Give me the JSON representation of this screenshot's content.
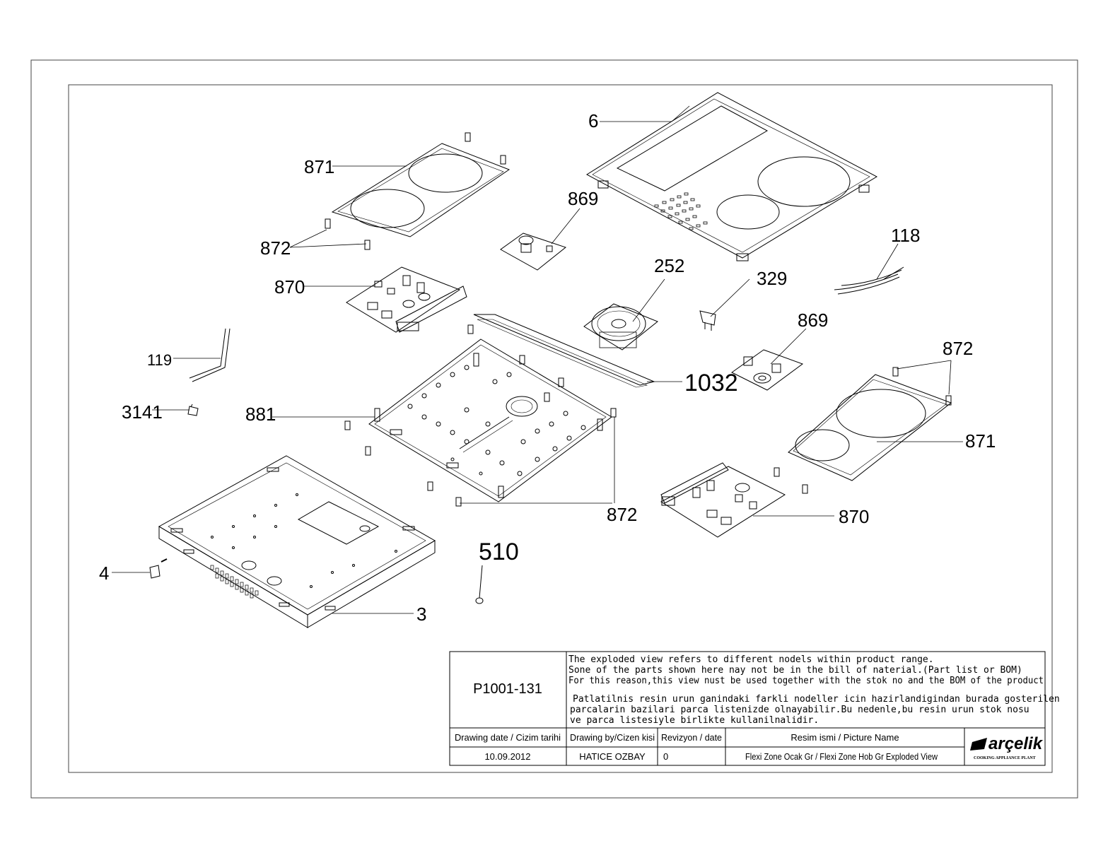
{
  "callouts": {
    "c6": "6",
    "c871_top": "871",
    "c872_left": "872",
    "c869_top": "869",
    "c870_left": "870",
    "c252": "252",
    "c329": "329",
    "c118": "118",
    "c869_right": "869",
    "c872_right": "872",
    "c119": "119",
    "c1032": "1032",
    "c3141": "3141",
    "c881": "881",
    "c871_right": "871",
    "c872_bottom": "872",
    "c870_right": "870",
    "c510": "510",
    "c4": "4",
    "c3": "3"
  },
  "title_block": {
    "drawing_code": "P1001-131",
    "note_en_1": "The exploded view refers to different nodels within product range.",
    "note_en_2": "Sone of the parts shown here nay not be in the bill of naterial.(Part list or BOM)",
    "note_en_3": "For this reason,this view nust be used together with the stok no and the BOM of the product",
    "note_tr_1": "Patlatilnis resin urun ganindaki farkli nodeller icin hazirlandigindan burada gosterilen",
    "note_tr_2": "parcalarin bazilari parca listenizde olnayabilir.Bu nedenle,bu resin urun stok nosu",
    "note_tr_3": "ve parca listesiyle birlikte kullanilnalidir.",
    "hdr_date": "Drawing date / Cizim tarihi",
    "hdr_by": "Drawing by/Cizen kisi",
    "hdr_rev": "Revizyon / date",
    "hdr_name": "Resim ismi / Picture Name",
    "val_date": "10.09.2012",
    "val_by": "HATICE OZBAY",
    "val_rev": "0",
    "val_name": "Flexi Zone Ocak Gr / Flexi Zone Hob Gr Exploded View",
    "brand": "arçelik",
    "brand_sub": "COOKING APPLIANCE PLANT"
  }
}
